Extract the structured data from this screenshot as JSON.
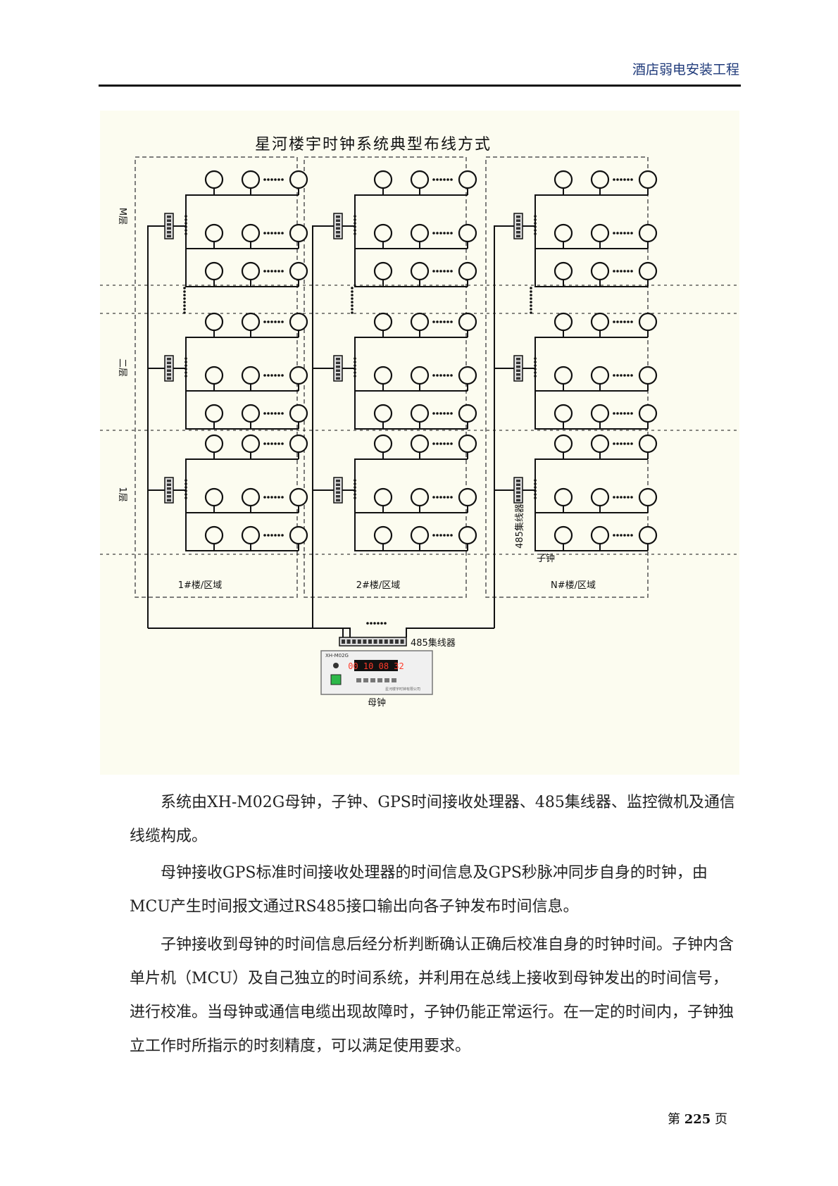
{
  "header": {
    "title": "酒店弱电安装工程"
  },
  "figure": {
    "title": "星河楼宇时钟系统典型布线方式",
    "floors": [
      "M层",
      "二层",
      "1层"
    ],
    "buildings": [
      "1#楼/区域",
      "2#楼/区域",
      "N#楼/区域"
    ],
    "hub_label": "485集线器",
    "slave_clock_label": "子钟",
    "master_clock": {
      "label": "母钟",
      "model": "XH-M02G",
      "time": "00 10 08 32",
      "maker": "星河楼宇时钟有限公司"
    },
    "colors": {
      "line": "#111111",
      "time_display": "#ff3a2a",
      "power_button": "#2db84a"
    }
  },
  "paragraphs": [
    "系统由XH-M02G母钟，子钟、GPS时间接收处理器、485集线器、监控微机及通信线缆构成。",
    "母钟接收GPS标准时间接收处理器的时间信息及GPS秒脉冲同步自身的时钟，由MCU产生时间报文通过RS485接口输出向各子钟发布时间信息。",
    "子钟接收到母钟的时间信息后经分析判断确认正确后校准自身的时钟时间。子钟内含单片机（MCU）及自己独立的时间系统，并利用在总线上接收到母钟发出的时间信号，进行校准。当母钟或通信电缆出现故障时，子钟仍能正常运行。在一定的时间内，子钟独立工作时所指示的时刻精度，可以满足使用要求。"
  ],
  "footer": {
    "page_prefix": "第",
    "page_number": "225",
    "page_suffix": "页"
  }
}
